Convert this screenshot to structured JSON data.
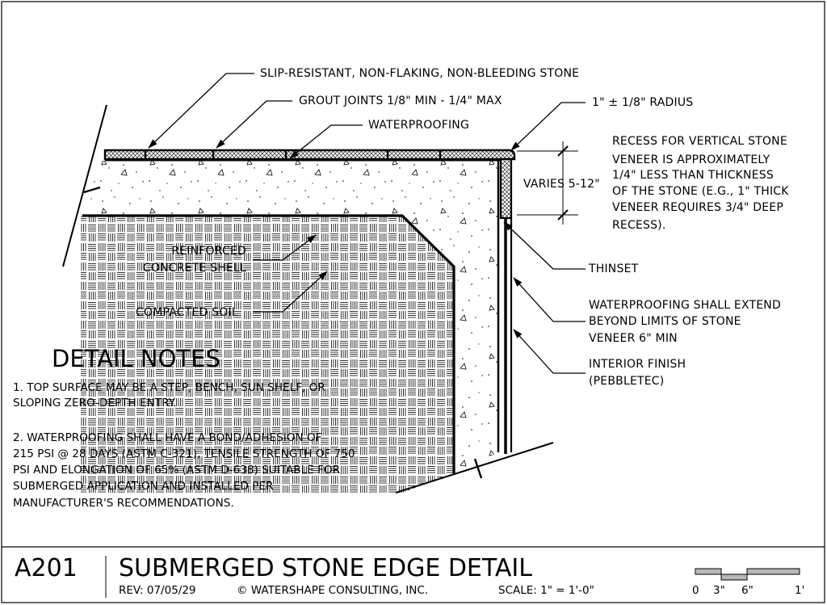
{
  "labels": {
    "stone": "SLIP-RESISTANT, NON-FLAKING, NON-BLEEDING STONE",
    "grout": "GROUT JOINTS 1/8\" MIN - 1/4\" MAX",
    "waterproofing": "WATERPROOFING",
    "radius": "1\" ± 1/8\" RADIUS",
    "recess": [
      "RECESS FOR VERTICAL STONE",
      "VENEER IS APPROXIMATELY",
      "1/4\" LESS THAN THICKNESS",
      "OF THE STONE (E.G., 1\" THICK",
      "VENEER REQUIRES 3/4\" DEEP",
      "RECESS)."
    ],
    "varies": "VARIES 5-12\"",
    "concrete": [
      "REINFORCED",
      "CONCRETE SHELL"
    ],
    "thinset": "THINSET",
    "soil": "COMPACTED SOIL",
    "wp_extend": [
      "WATERPROOFING SHALL EXTEND",
      "BEYOND LIMITS OF STONE",
      "VENEER 6\" MIN"
    ],
    "interior": [
      "INTERIOR FINISH",
      "(PEBBLETEC)"
    ]
  },
  "notes": {
    "heading": "DETAIL NOTES",
    "lines": [
      "1.       TOP SURFACE MAY BE A STEP, BENCH, SUN SHELF, OR",
      "SLOPING ZERO-DEPTH ENTRY.",
      "2.       WATERPROOFING SHALL HAVE A BOND/ADHESION OF",
      "215 PSI @ 28 DAYS (ASTM C-321), TENSILE STRENGTH OF 750",
      "PSI AND ELONGATION OF 65% (ASTM D-638) SUITABLE FOR",
      "SUBMERGED APPLICATION AND INSTALLED PER",
      "MANUFACTURER'S RECOMMENDATIONS."
    ]
  },
  "title_block": {
    "sheet_number": "A201",
    "title": "SUBMERGED STONE EDGE DETAIL",
    "rev": "REV:  07/05/29",
    "copyright": "© WATERSHAPE CONSULTING, INC.",
    "scale": "SCALE:  1\" = 1'-0\"",
    "scale_bar_ticks": [
      "0",
      "3\"",
      "6\"",
      "1'"
    ]
  }
}
